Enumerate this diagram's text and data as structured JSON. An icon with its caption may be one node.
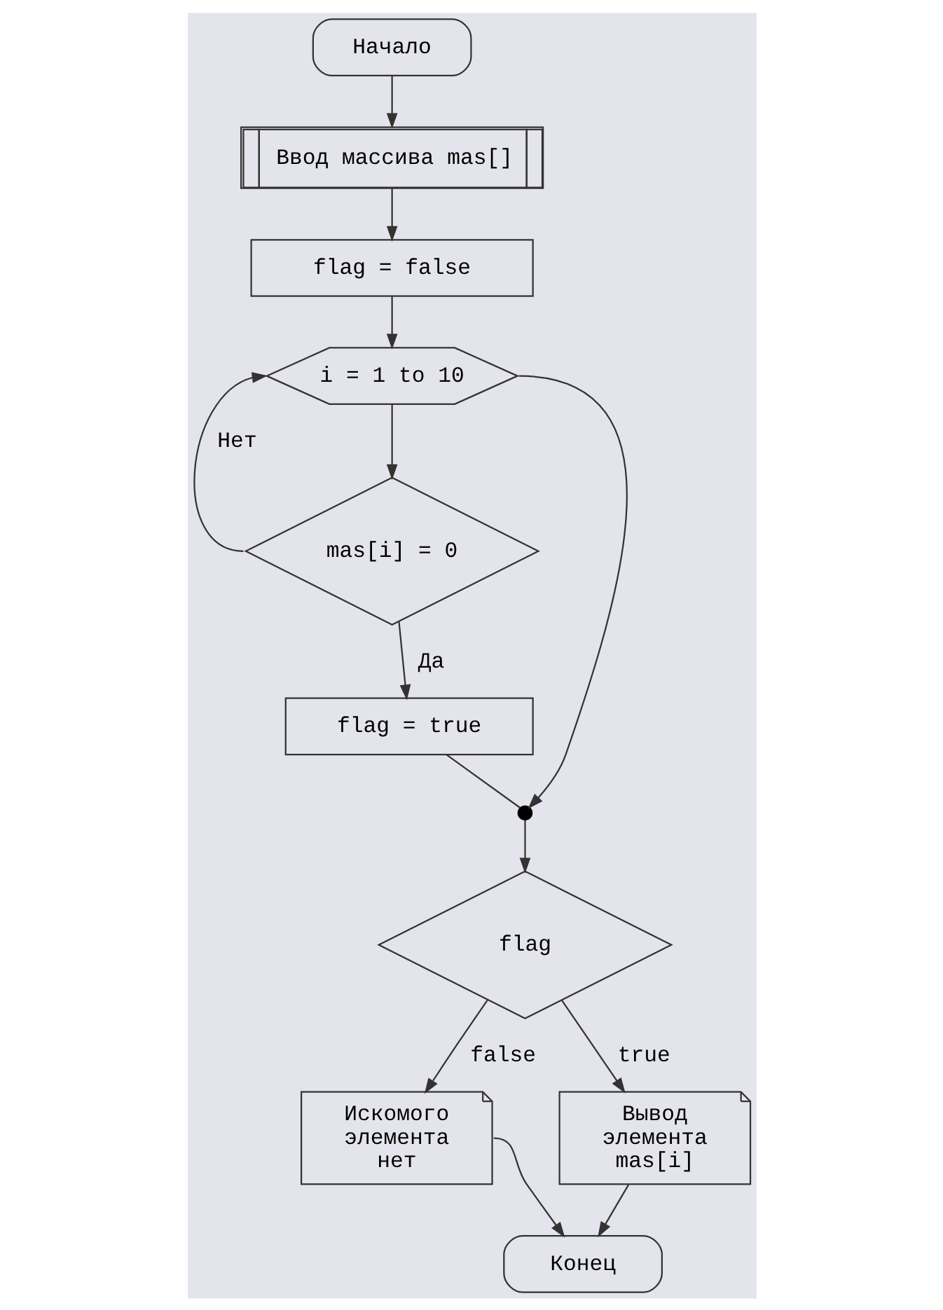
{
  "diagram": {
    "nodes": [
      {
        "text": [
          "Начало"
        ]
      },
      {
        "text": [
          "Ввод массива mas[]"
        ]
      },
      {
        "text": [
          "flag = false"
        ]
      },
      {
        "text": [
          "i = 1 to 10"
        ]
      },
      {
        "text": [
          "mas[i] = 0"
        ]
      },
      {
        "text": [
          "flag = true"
        ]
      },
      {
        "text": [],
        "shape": "circle"
      },
      {
        "text": [
          "flag"
        ]
      },
      {
        "text": [
          "Искомого элемента нет"
        ]
      },
      {
        "text": [
          "Вывод элемента mas[i]"
        ]
      },
      {
        "text": [
          "Конец"
        ]
      }
    ],
    "edges": [
      {
        "from": 0,
        "to": 1,
        "arrow": "to"
      },
      {
        "from": 1,
        "to": 2,
        "arrow": "to"
      },
      {
        "from": 2,
        "to": 3,
        "arrow": "to"
      },
      {
        "from": 3,
        "to": 4,
        "arrow": "to"
      },
      {
        "from": 4,
        "to": 3,
        "arrow": "to",
        "label": "Нет"
      },
      {
        "from": 4,
        "to": 5,
        "arrow": "to",
        "label": "Да"
      },
      {
        "from": 5,
        "to": 6,
        "arrow": "none"
      },
      {
        "from": 3,
        "to": 6,
        "arrow": "to"
      },
      {
        "from": 6,
        "to": 7,
        "arrow": "to"
      },
      {
        "from": 7,
        "to": 8,
        "arrow": "to",
        "label": "false"
      },
      {
        "from": 7,
        "to": 9,
        "arrow": "to",
        "label": "true"
      },
      {
        "from": 8,
        "to": 10,
        "arrow": "to"
      },
      {
        "from": 9,
        "to": 10,
        "arrow": "to"
      }
    ]
  }
}
